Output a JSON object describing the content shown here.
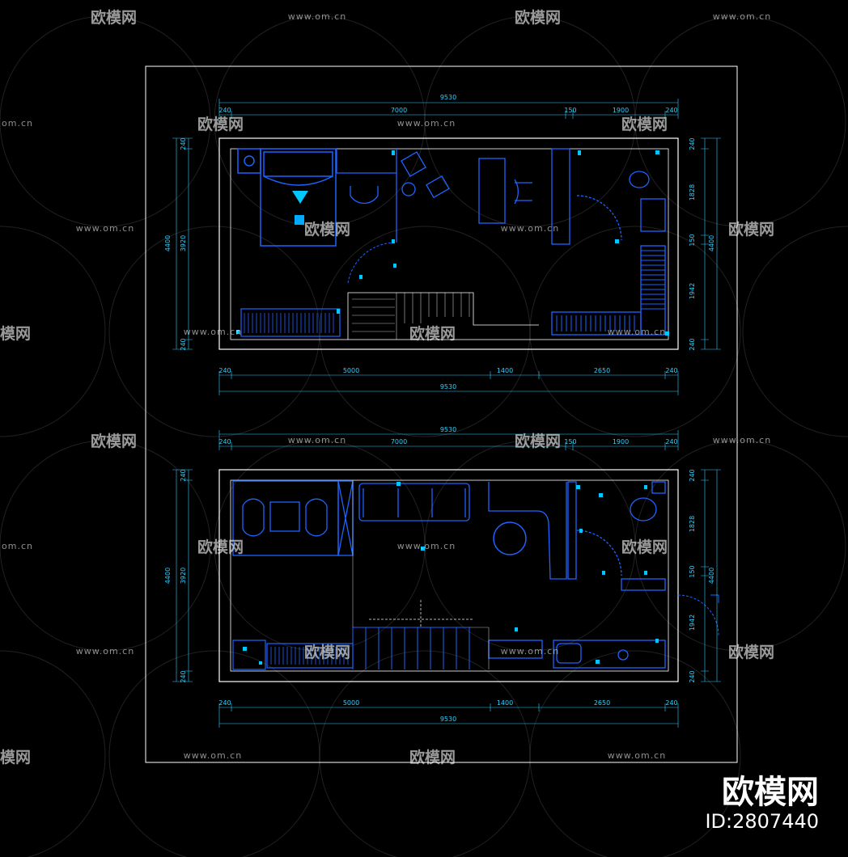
{
  "watermark": {
    "site": "www.om.cn",
    "site_short": "om.cn",
    "brand": "欧模网",
    "brand_partial": "模网"
  },
  "brand_badge": {
    "name": "欧模网",
    "id": "ID:2807440"
  },
  "colors": {
    "background": "#000000",
    "outline": "#ffffff",
    "dim_text": "#2fd0ff",
    "furniture": "#1e64ff",
    "accent": "#00c8ff"
  },
  "plans": [
    {
      "top_dims": {
        "total": "9530",
        "segments": [
          "240",
          "7000",
          "150",
          "1900",
          "240"
        ]
      },
      "bottom_dims": {
        "total": "9530",
        "segments": [
          "240",
          "5000",
          "1400",
          "2650",
          "240"
        ]
      },
      "left_dims": {
        "total": "4400",
        "inner": "3920",
        "top": "240",
        "bottom": "240"
      },
      "right_dims": {
        "total": "4400",
        "a": "1828",
        "b": "150",
        "c": "1942",
        "top": "240",
        "bottom": "240"
      }
    },
    {
      "top_dims": {
        "total": "9530",
        "segments": [
          "240",
          "7000",
          "150",
          "1900",
          "240"
        ]
      },
      "bottom_dims": {
        "total": "9530",
        "segments": [
          "240",
          "5000",
          "1400",
          "2650",
          "240"
        ]
      },
      "left_dims": {
        "total": "4400",
        "inner": "3920",
        "top": "240",
        "bottom": "240"
      },
      "right_dims": {
        "total": "4400",
        "a": "1828",
        "b": "150",
        "c": "1942",
        "top": "240",
        "bottom": "240"
      }
    }
  ]
}
